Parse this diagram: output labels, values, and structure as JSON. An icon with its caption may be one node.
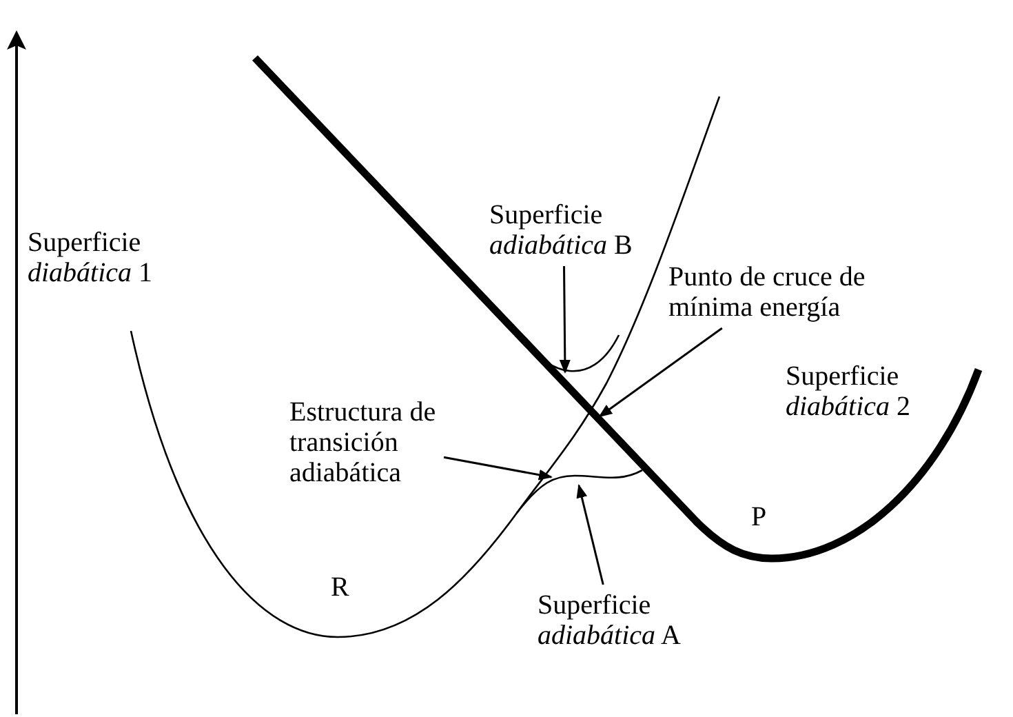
{
  "diagram": {
    "nodes": [
      {
        "text": [
          "Superficie *adiabática* B"
        ]
      },
      {
        "text": [
          "Punto de cruce de mínima energía"
        ]
      },
      {
        "text": [
          "Estructura de transición adiabática"
        ]
      },
      {
        "text": [
          "Superficie *adiabática* A"
        ]
      }
    ],
    "edges": [
      {
        "from": 0,
        "to": null,
        "arrow": "to"
      },
      {
        "from": 1,
        "to": null,
        "arrow": "to"
      },
      {
        "from": 2,
        "to": null,
        "arrow": "to"
      },
      {
        "from": 3,
        "to": null,
        "arrow": "to"
      }
    ],
    "labels": [
      "Superficie *diabática* 1",
      "Superficie *diabática* 2",
      "P",
      "R"
    ]
  }
}
